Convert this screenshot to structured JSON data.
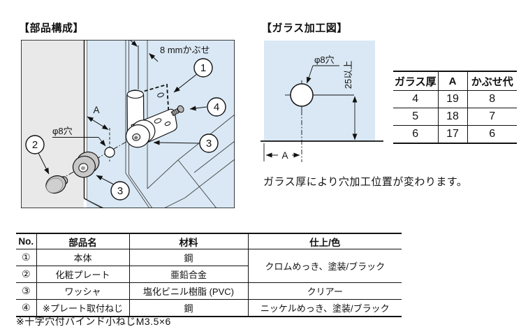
{
  "parts_section": {
    "title": "【部品構成】",
    "dim_overlay": "8 mmかぶせ",
    "dim_a": "A",
    "hole_label": "φ8穴",
    "callout_1": "1",
    "callout_2": "2",
    "callout_3a": "3",
    "callout_3b": "3",
    "callout_4": "4"
  },
  "glass_section": {
    "title": "【ガラス加工図】",
    "hole_label": "φ8穴",
    "min_height_label": "25以上",
    "dim_a": "A",
    "note": "ガラス厚により穴加工位置が変わります。"
  },
  "thickness_table": {
    "col_thickness": "ガラス厚",
    "col_a": "A",
    "col_overlay": "かぶせ代",
    "rows": [
      {
        "thickness": "4",
        "a": "19",
        "overlay": "8"
      },
      {
        "thickness": "5",
        "a": "18",
        "overlay": "7"
      },
      {
        "thickness": "6",
        "a": "17",
        "overlay": "6"
      }
    ]
  },
  "parts_table": {
    "col_no": "No.",
    "col_name": "部品名",
    "col_material": "材料",
    "col_finish": "仕上/色",
    "rows": [
      {
        "no": "①",
        "name": "本体",
        "material": "鋼"
      },
      {
        "no": "②",
        "name": "化粧プレート",
        "material": "亜鉛合金"
      },
      {
        "no": "③",
        "name": "ワッシャ",
        "material": "塩化ビニル樹脂 (PVC)",
        "finish": "クリアー"
      },
      {
        "no": "④",
        "name": "※プレート取付ねじ",
        "material": "鋼",
        "finish": "ニッケルめっき、塗装/ブラック"
      }
    ],
    "finish_rows12": "クロムめっき、塗装/ブラック",
    "footnote": "※十字穴付バインド小ねじM3.5×6"
  },
  "colors": {
    "glass_blue": "#d9e8f4",
    "panel_gray": "#e9e9e9",
    "line": "#111111"
  }
}
